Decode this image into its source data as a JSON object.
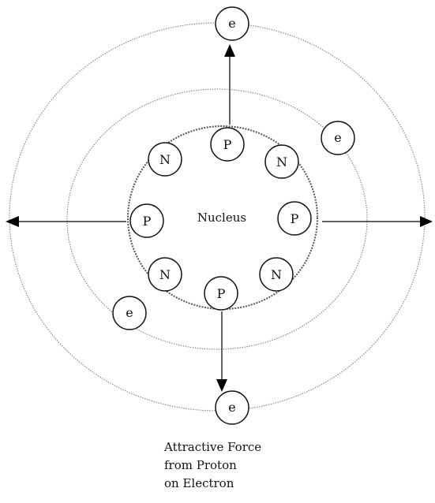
{
  "nucleus_label": "Nucleus",
  "particles": {
    "proton": "P",
    "neutron": "N",
    "electron": "e"
  },
  "caption": {
    "line1": "Attractive Force",
    "line2": "from Proton",
    "line3": "on Electron"
  }
}
